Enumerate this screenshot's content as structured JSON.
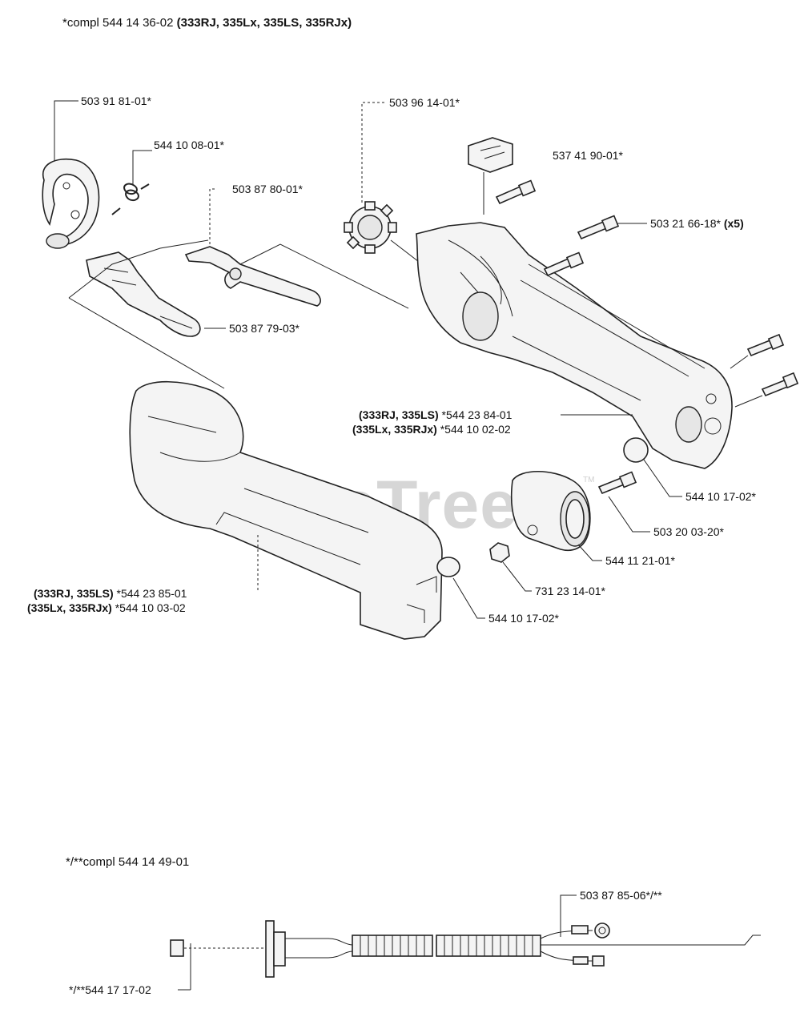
{
  "header": {
    "compl_main": "*compl 544 14 36-02",
    "compl_main_models": "(333RJ, 335Lx, 335LS, 335RJx)"
  },
  "watermark": {
    "text": "PartsTree",
    "tm": "TM"
  },
  "parts": {
    "p_503_91_81_01": "503 91 81-01*",
    "p_544_10_08_01": "544 10 08-01*",
    "p_503_87_80_01": "503 87 80-01*",
    "p_503_87_79_03": "503 87 79-03*",
    "p_503_96_14_01": "503 96 14-01*",
    "p_537_41_90_01": "537 41 90-01*",
    "p_503_21_66_18": "503 21 66-18*",
    "p_503_21_66_18_qty": "(x5)",
    "p_544_23_84_01_models": "(333RJ, 335LS)",
    "p_544_23_84_01": "*544 23 84-01",
    "p_544_10_02_02_models": "(335Lx, 335RJx)",
    "p_544_10_02_02": "*544 10 02-02",
    "p_544_10_17_02_a": "544 10 17-02*",
    "p_503_20_03_20": "503 20 03-20*",
    "p_544_11_21_01": "544 11 21-01*",
    "p_731_23_14_01": "731 23 14-01*",
    "p_544_23_85_01_models": "(333RJ, 335LS)",
    "p_544_23_85_01": "*544 23 85-01",
    "p_544_10_03_02_models": "(335Lx, 335RJx)",
    "p_544_10_03_02": "*544 10 03-02",
    "p_544_10_17_02_b": "544 10 17-02*"
  },
  "cable_section": {
    "compl_cable": "*/**compl 544 14 49-01",
    "p_503_87_85_06": "503 87 85-06*/**",
    "p_544_17_17_02": "*/**544 17 17-02"
  }
}
